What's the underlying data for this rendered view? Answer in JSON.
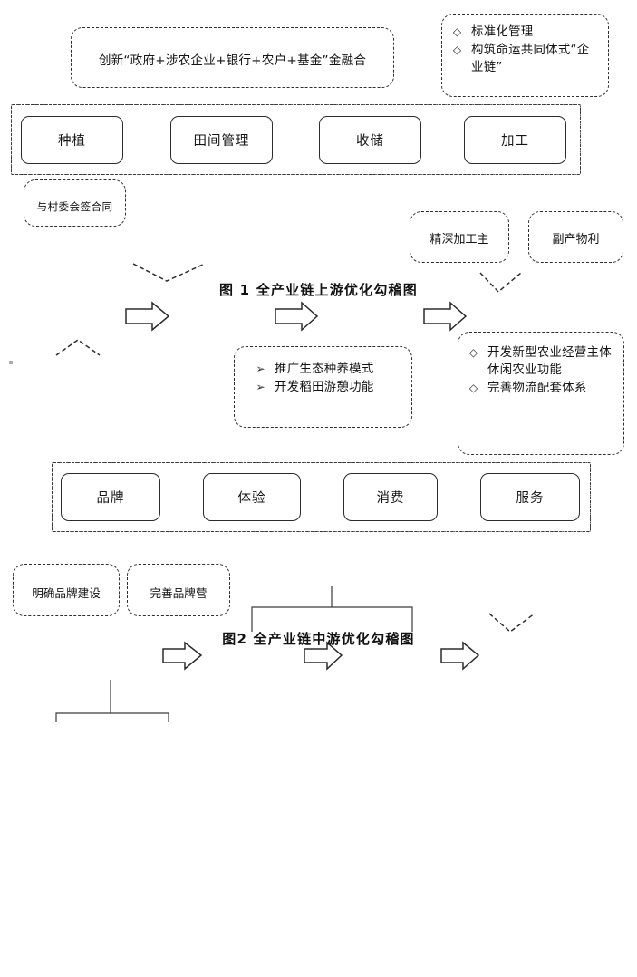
{
  "document": {
    "type": "two-figure diagram page",
    "background_color": "#ffffff",
    "line_color": "#2b2b2b"
  },
  "figure1": {
    "caption": "图 1 全产业链上游优化勾稽图",
    "chain_boxes": [
      {
        "label": "种植"
      },
      {
        "label": "田间管理"
      },
      {
        "label": "收储"
      },
      {
        "label": "加工"
      }
    ],
    "callout_top_left": {
      "text": "创新“政府+涉农企业+银行+农户+基金”金融合"
    },
    "callout_top_right": {
      "bullet": "◇",
      "items": [
        "标准化管理",
        "构筑命运共同体式“企业链”"
      ]
    },
    "callout_bottom_left": {
      "text": "与村委会签合同"
    },
    "sub_boxes": [
      {
        "label": "精深加工主"
      },
      {
        "label": "副产物利"
      }
    ]
  },
  "figure2": {
    "caption": "图2 全产业链中游优化勾稽图",
    "chain_boxes": [
      {
        "label": "品牌"
      },
      {
        "label": "体验"
      },
      {
        "label": "消费"
      },
      {
        "label": "服务"
      }
    ],
    "callout_top_middle": {
      "bullet": "➢",
      "items": [
        "推广生态种养模式",
        "开发稻田游憩功能"
      ]
    },
    "callout_top_right": {
      "bullet": "◇",
      "items": [
        "开发新型农业经营主体休闲农业功能",
        "完善物流配套体系"
      ]
    },
    "sub_boxes": [
      {
        "label": "明确品牌建设"
      },
      {
        "label": "完善品牌营"
      }
    ]
  }
}
